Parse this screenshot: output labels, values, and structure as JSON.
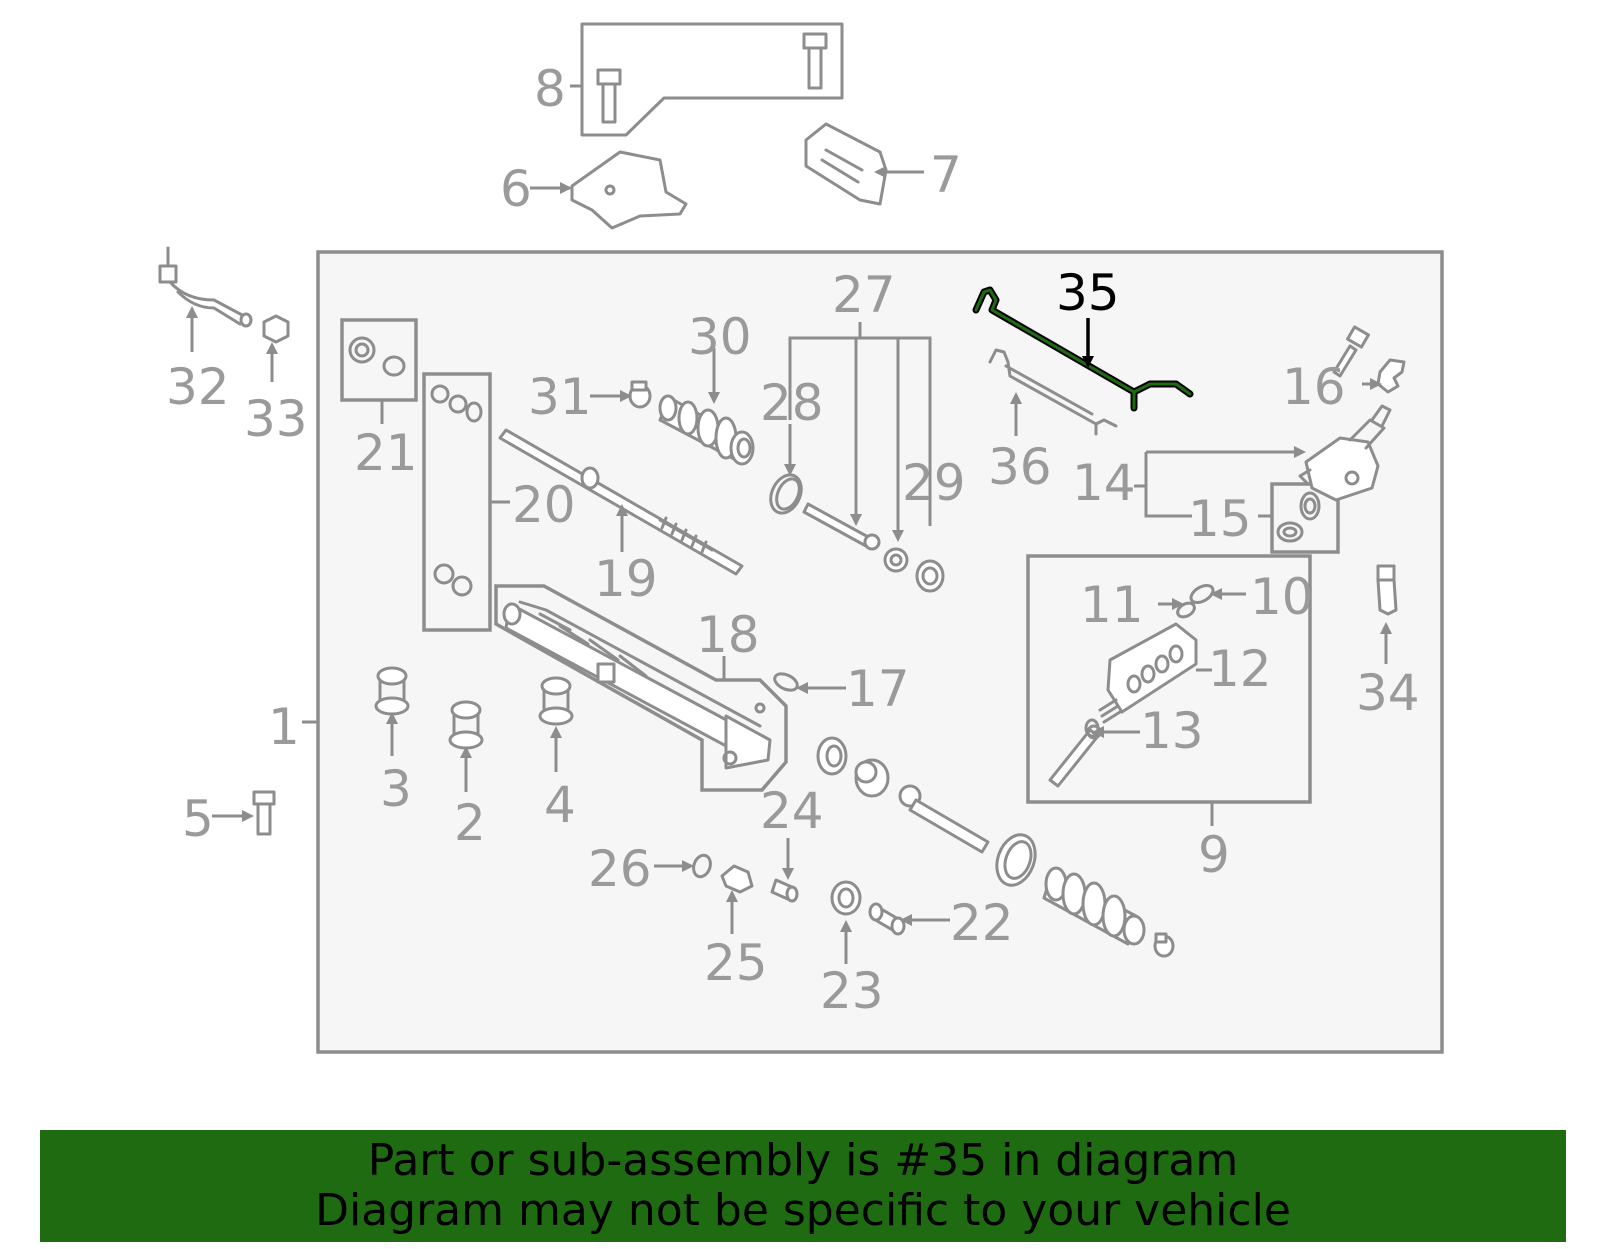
{
  "diagram": {
    "highlighted_part": "35",
    "highlight_color": "#1e6b12",
    "callouts": [
      "1",
      "2",
      "3",
      "4",
      "5",
      "6",
      "7",
      "8",
      "9",
      "10",
      "11",
      "12",
      "13",
      "14",
      "15",
      "16",
      "17",
      "18",
      "19",
      "20",
      "21",
      "22",
      "23",
      "24",
      "25",
      "26",
      "27",
      "28",
      "29",
      "30",
      "31",
      "32",
      "33",
      "34",
      "35",
      "36"
    ]
  },
  "banner": {
    "line1": "Part or sub-assembly is #35 in diagram",
    "line2": "Diagram may not be specific to your vehicle",
    "background": "#1e6b12"
  }
}
